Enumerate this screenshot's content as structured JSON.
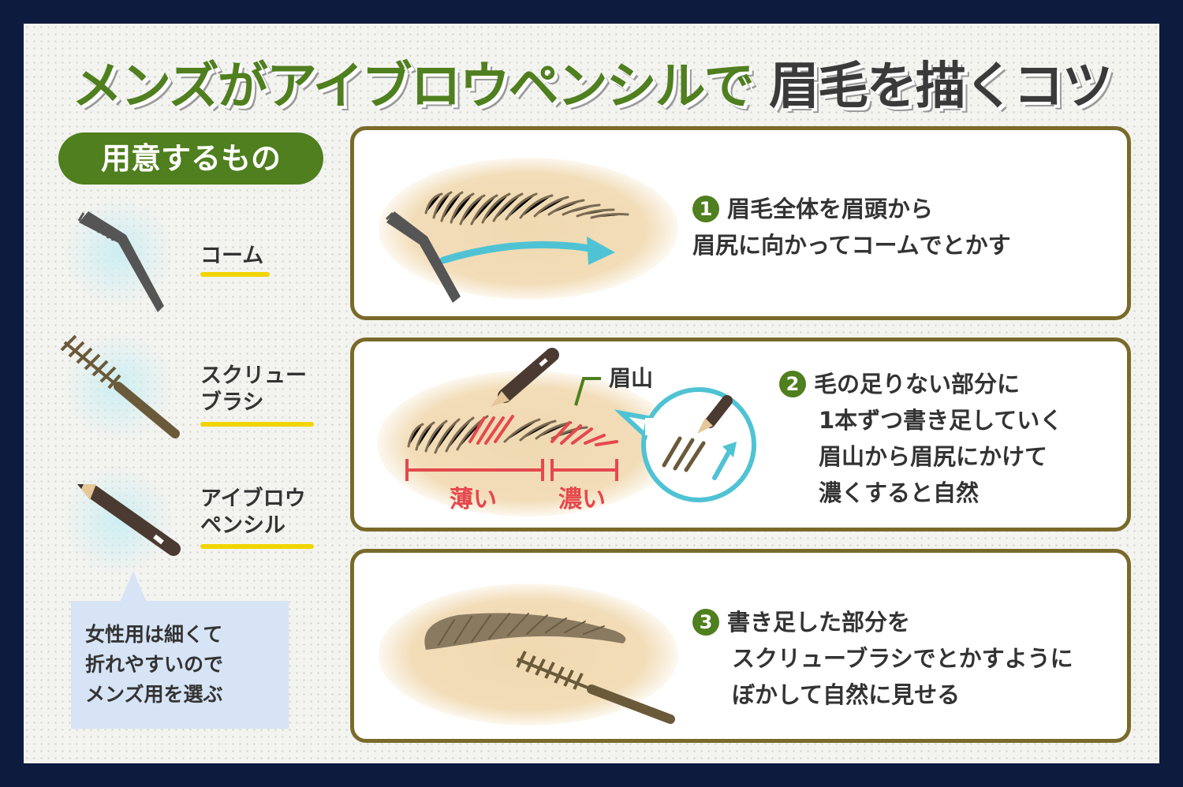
{
  "title": {
    "part1": "メンズがアイブロウペンシルで",
    "part2": "眉毛を描くコツ"
  },
  "tools": {
    "header": "用意するもの",
    "items": [
      {
        "label_lines": [
          "コーム"
        ]
      },
      {
        "label_lines": [
          "スクリュー",
          "ブラシ"
        ]
      },
      {
        "label_lines": [
          "アイブロウ",
          "ペンシル"
        ]
      }
    ],
    "note_lines": [
      "女性用は細くて",
      "折れやすいので",
      "メンズ用を選ぶ"
    ]
  },
  "steps": [
    {
      "number": "1",
      "lines": [
        "眉毛全体を眉頭から",
        "眉尻に向かってコームでとかす"
      ]
    },
    {
      "number": "2",
      "lines": [
        "毛の足りない部分に",
        "1本ずつ書き足していく",
        "眉山から眉尻にかけて",
        "濃くすると自然"
      ],
      "labels": {
        "peak": "眉山",
        "light": "薄い",
        "dark": "濃い"
      }
    },
    {
      "number": "3",
      "lines": [
        "書き足した部分を",
        "スクリューブラシでとかすように",
        "ぼかして自然に見せる"
      ]
    }
  ],
  "colors": {
    "green": "#4f7f1e",
    "navy": "#0d1b3e",
    "card_border": "#7a6a2a",
    "red": "#e5484d",
    "cyan": "#4fc3d4",
    "highlight": "#f2d400"
  }
}
